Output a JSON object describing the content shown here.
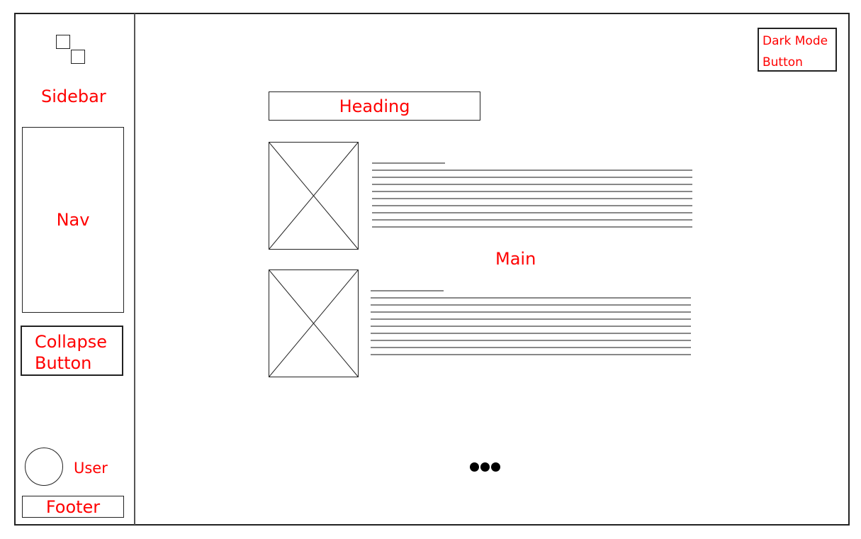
{
  "sidebar": {
    "title": "Sidebar",
    "nav_label": "Nav",
    "collapse_button_label": "Collapse Button",
    "user_label": "User",
    "footer_label": "Footer"
  },
  "main": {
    "label": "Main",
    "heading": "Heading",
    "dark_mode_button_label": "Dark Mode Button",
    "more_indicator": "•••",
    "cards": [
      {
        "image": "placeholder-image",
        "lines": 9
      },
      {
        "image": "placeholder-image",
        "lines": 9
      }
    ]
  },
  "colors": {
    "label": "#ff0000",
    "outline": "#222222",
    "text_line": "#888888"
  }
}
